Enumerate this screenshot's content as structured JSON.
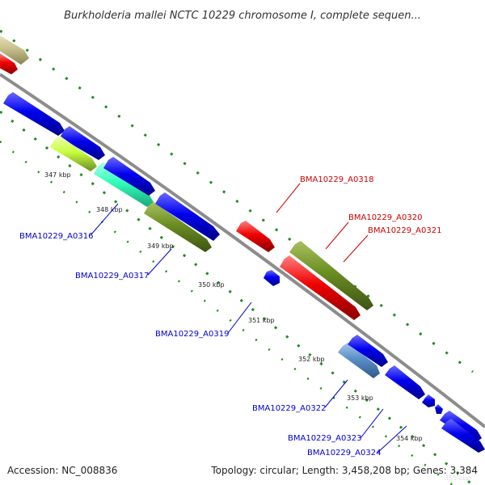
{
  "header": {
    "title": "Burkholderia mallei NCTC 10229 chromosome I, complete sequen..."
  },
  "footer": {
    "accession": "Accession: NC_008836",
    "summary": "Topology: circular; Length: 3,458,208 bp; Genes: 3,384"
  },
  "ticks": [
    "347 kbp",
    "348 kbp",
    "349 kbp",
    "350 kbp",
    "351 kbp",
    "352 kbp",
    "353 kbp",
    "354 kbp"
  ],
  "faded_tick": "355 kbp",
  "gene_labels": [
    {
      "id": "BMA10229_A0316",
      "text": "BMA10229_A0316",
      "color": "#0000cc"
    },
    {
      "id": "BMA10229_A0317",
      "text": "BMA10229_A0317",
      "color": "#0000cc"
    },
    {
      "id": "BMA10229_A0318",
      "text": "BMA10229_A0318",
      "color": "#cc0000"
    },
    {
      "id": "BMA10229_A0319",
      "text": "BMA10229_A0319",
      "color": "#0000cc"
    },
    {
      "id": "BMA10229_A0320",
      "text": "BMA10229_A0320",
      "color": "#cc0000"
    },
    {
      "id": "BMA10229_A0321",
      "text": "BMA10229_A0321",
      "color": "#cc0000"
    },
    {
      "id": "BMA10229_A0322",
      "text": "BMA10229_A0322",
      "color": "#0000cc"
    },
    {
      "id": "BMA10229_A0323",
      "text": "BMA10229_A0323",
      "color": "#0000cc"
    },
    {
      "id": "BMA10229_A0324",
      "text": "BMA10229_A0324",
      "color": "#0000cc"
    }
  ],
  "colors": {
    "backbone": "#8c8c8c",
    "gc_dots": "#1f8c1f",
    "forward_strand": "#0000ee",
    "reverse_strand": "#ee0000",
    "olive": "#6b8e23",
    "teal": "#33ffbb",
    "lime": "#c8ff40",
    "khaki": "#c8c08a",
    "steel": "#5b8fc7"
  }
}
